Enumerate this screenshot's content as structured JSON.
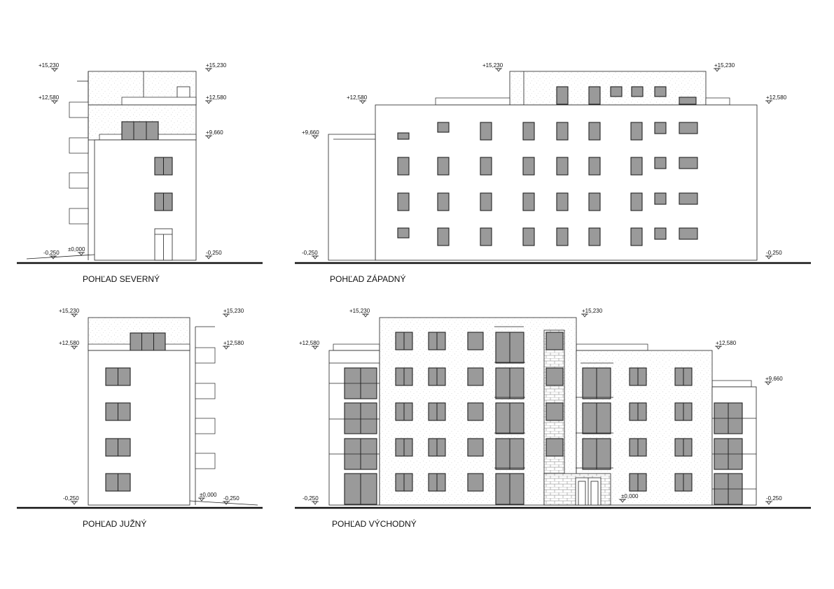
{
  "views": {
    "north": {
      "title": "POHĽAD SEVERNÝ"
    },
    "west": {
      "title": "POHĽAD ZÁPADNÝ"
    },
    "south": {
      "title": "POHĽAD JUŽNÝ"
    },
    "east": {
      "title": "POHĽAD VÝCHODNÝ"
    }
  },
  "levels": {
    "top": "+15,230",
    "upper": "+12,580",
    "mid": "+9,660",
    "zero": "±0,000",
    "ground": "-0,250"
  },
  "colors": {
    "line": "#222222",
    "glass": "#9a9a9a",
    "background": "#ffffff"
  }
}
